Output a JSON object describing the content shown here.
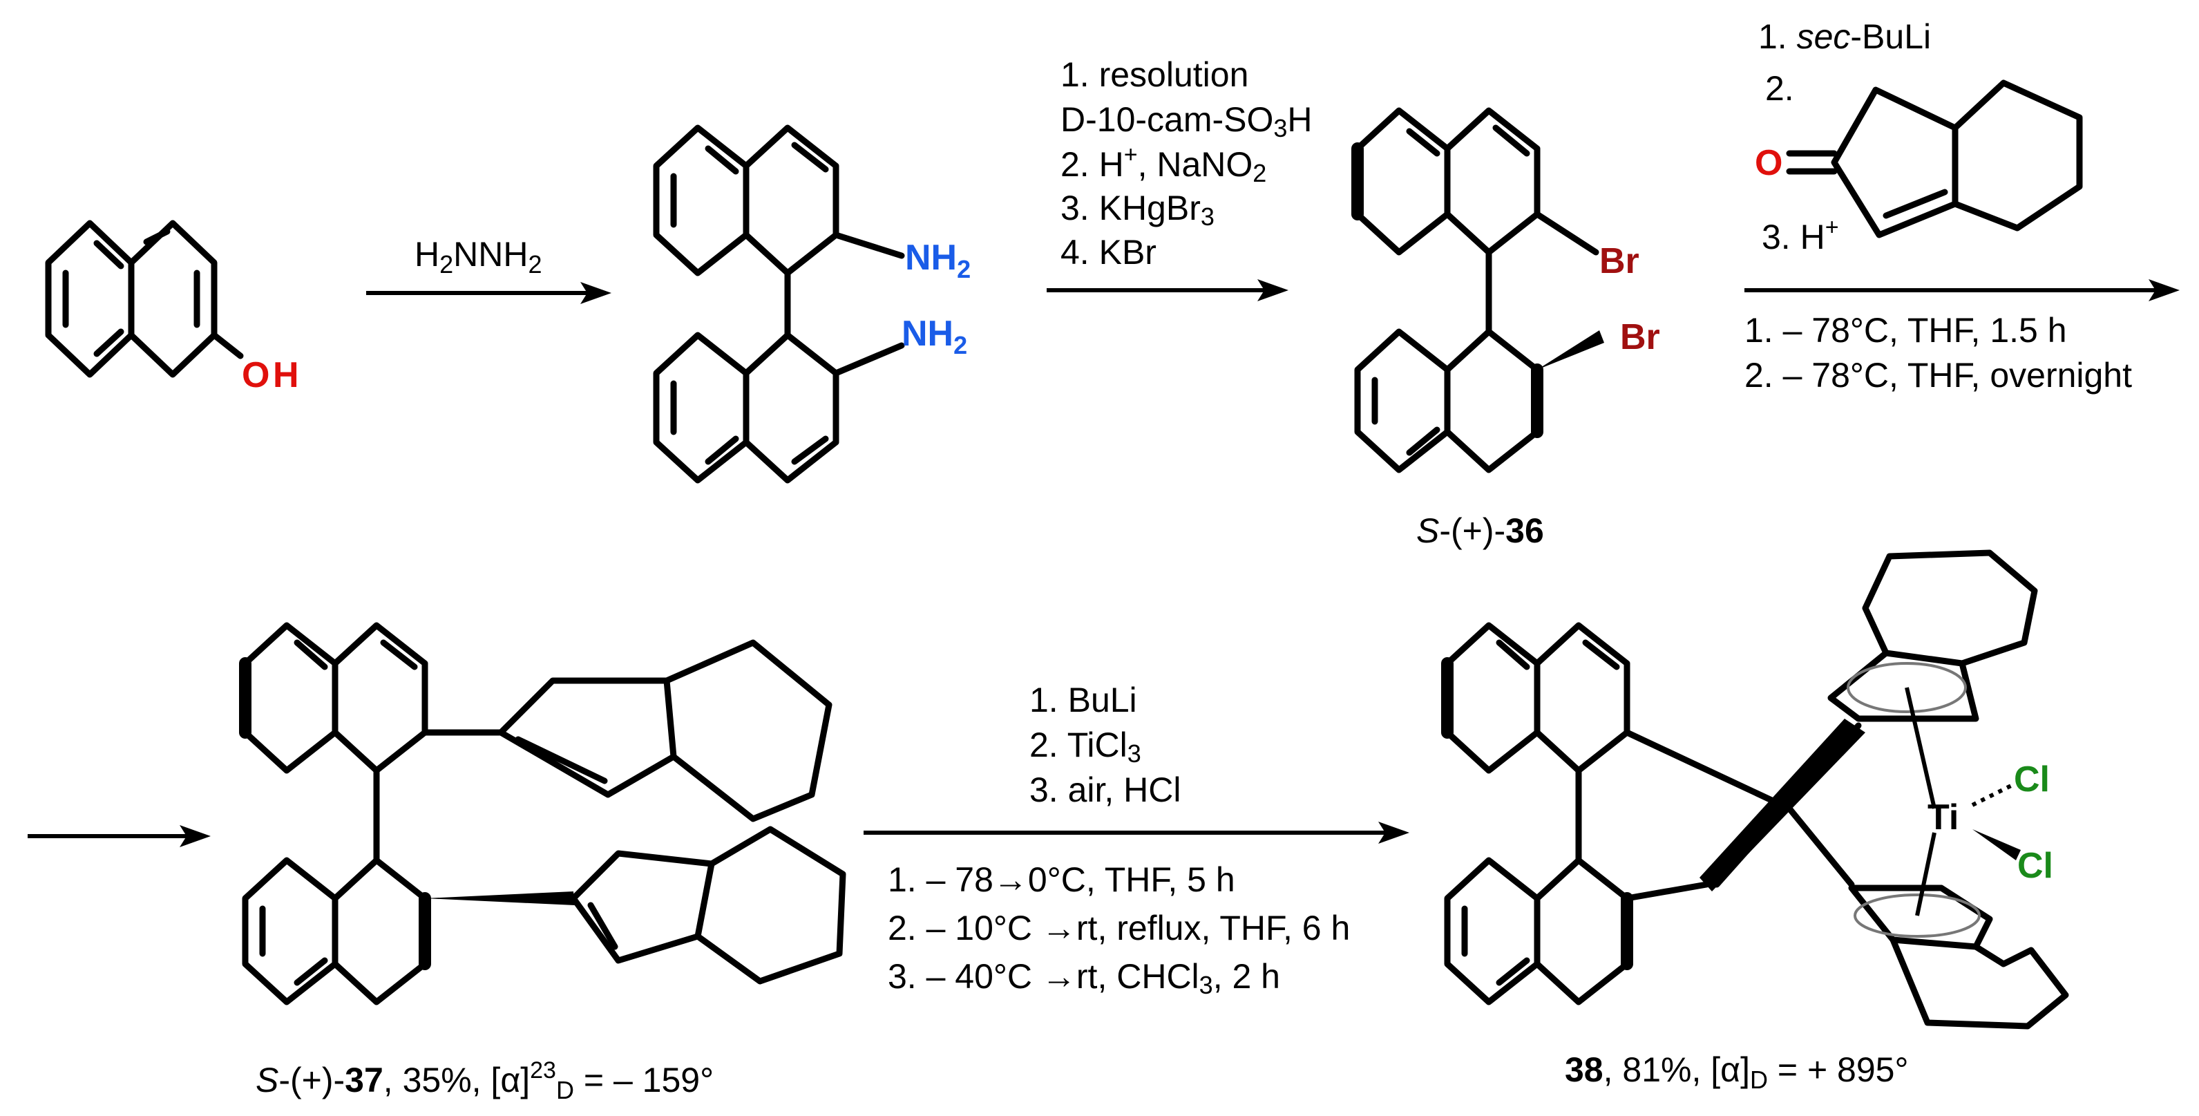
{
  "colors": {
    "bond": "#000000",
    "oxygen": "#e0100c",
    "nitrogen": "#1a5ce8",
    "bromine": "#a01010",
    "chlorine": "#1a8a1a",
    "cp_ring": "#777777"
  },
  "atoms": {
    "oh_o": "O",
    "oh_h": "H",
    "nh": "NH",
    "two": "2",
    "br": "Br",
    "oxo": "O",
    "cl": "Cl",
    "ti": "Ti"
  },
  "step1": {
    "reagent_a": "H",
    "reagent_b": "NNH",
    "sub": "2"
  },
  "step2": {
    "line1": "1. resolution",
    "line2a": "D-10-cam-SO",
    "line2b": "3",
    "line2c": "H",
    "line3a": "2. H",
    "line3b": "+",
    "line3c": ", NaNO",
    "line3d": "2",
    "line4a": "3. KHgBr",
    "line4b": "3",
    "line5": "4. KBr"
  },
  "step3": {
    "line1a": "1. ",
    "line1b": "sec",
    "line1c": "-BuLi",
    "line2": "2.",
    "line3a": "3. H",
    "line3b": "+",
    "cond1": "1. – 78°C, THF, 1.5 h",
    "cond2": "2. – 78°C, THF,  overnight"
  },
  "step4": {
    "line1": "1. BuLi",
    "line2a": "2. TiCl",
    "line2b": "3",
    "line3": "3. air, HCl",
    "cond1": "1. – 78→0°C, THF, 5 h",
    "cond2": "2. – 10°C →rt, reflux, THF, 6 h",
    "cond3a": "3. – 40°C →rt, CHCl",
    "cond3b": "3",
    "cond3c": ", 2 h"
  },
  "labels": {
    "c36_a": "S",
    "c36_b": "-(+)-",
    "c36_c": "36",
    "c37_a": "S",
    "c37_b": "-(+)-",
    "c37_c": "37",
    "c37_d": ", 35%,  [α]",
    "c37_e": "23",
    "c37_f": "D",
    "c37_g": " = – 159°",
    "c38_a": "38",
    "c38_b": ", 81%, [α]",
    "c38_c": "D",
    "c38_d": " = + 895°"
  }
}
